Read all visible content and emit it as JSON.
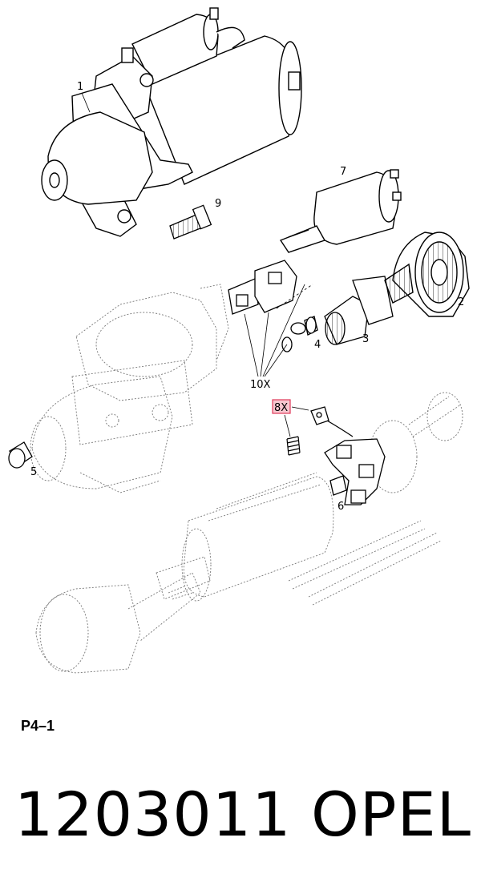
{
  "diagram": {
    "callouts": {
      "c1": "1",
      "c2": "2",
      "c3": "3",
      "c4": "4",
      "c5": "5",
      "c6": "6",
      "c7": "7",
      "c9": "9",
      "c10x": "10X",
      "c8x": "8X"
    },
    "highlight_color": "#e03a5a"
  },
  "sheet_code": "P4–1",
  "footer": {
    "part_number": "1203011",
    "brand": "OPEL"
  }
}
